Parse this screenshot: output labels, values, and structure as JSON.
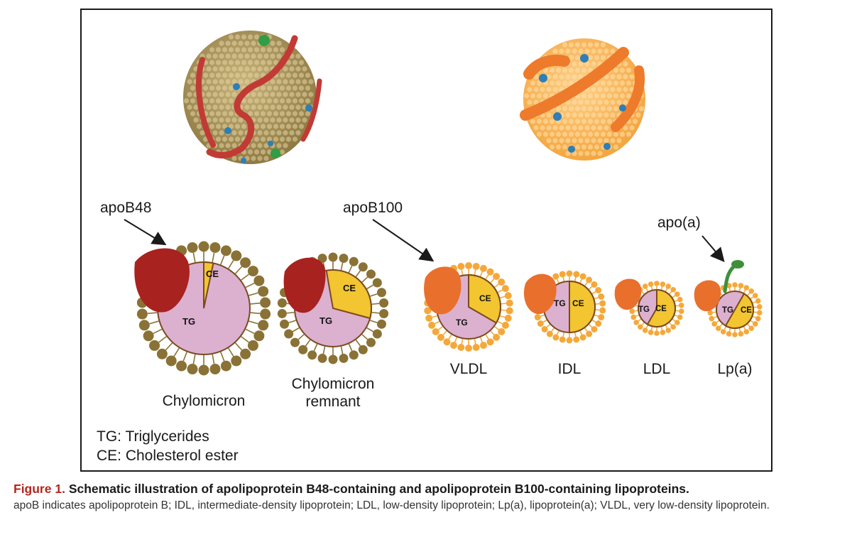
{
  "figure": {
    "labels": {
      "apoB48": "apoB48",
      "apoB100": "apoB100",
      "apoa": "apo(a)"
    },
    "particles": [
      {
        "name_line1": "Chylomicron",
        "name_line2": "",
        "tg": "TG",
        "ce": "CE"
      },
      {
        "name_line1": "Chylomicron",
        "name_line2": "remnant",
        "tg": "TG",
        "ce": "CE"
      },
      {
        "name_line1": "VLDL",
        "name_line2": "",
        "tg": "TG",
        "ce": "CE"
      },
      {
        "name_line1": "IDL",
        "name_line2": "",
        "tg": "TG",
        "ce": "CE"
      },
      {
        "name_line1": "LDL",
        "name_line2": "",
        "tg": "TG",
        "ce": "CE"
      },
      {
        "name_line1": "Lp(a)",
        "name_line2": "",
        "tg": "TG",
        "ce": "CE"
      }
    ],
    "legend": {
      "line1": "TG: Triglycerides",
      "line2": "CE: Cholesterol ester"
    },
    "colors": {
      "triglyceride": "#dcb0cf",
      "cholesterol_ester": "#f2c531",
      "apoB48_protein": "#a8221f",
      "apoB100_protein": "#e8702c",
      "apoB48_membrane": "#8a7236",
      "apoB100_membrane": "#f5a83a",
      "apoa_tail": "#3f8f3a",
      "caption_accent": "#b3261e"
    }
  },
  "caption": {
    "figure_number": "Figure 1.",
    "title": "Schematic illustration of apolipoprotein B48-containing and apolipoprotein B100-containing lipoproteins.",
    "body": "apoB indicates apolipoprotein B; IDL, intermediate-density lipoprotein; LDL, low-density lipoprotein; Lp(a), lipoprotein(a); VLDL, very low-density lipoprotein."
  }
}
